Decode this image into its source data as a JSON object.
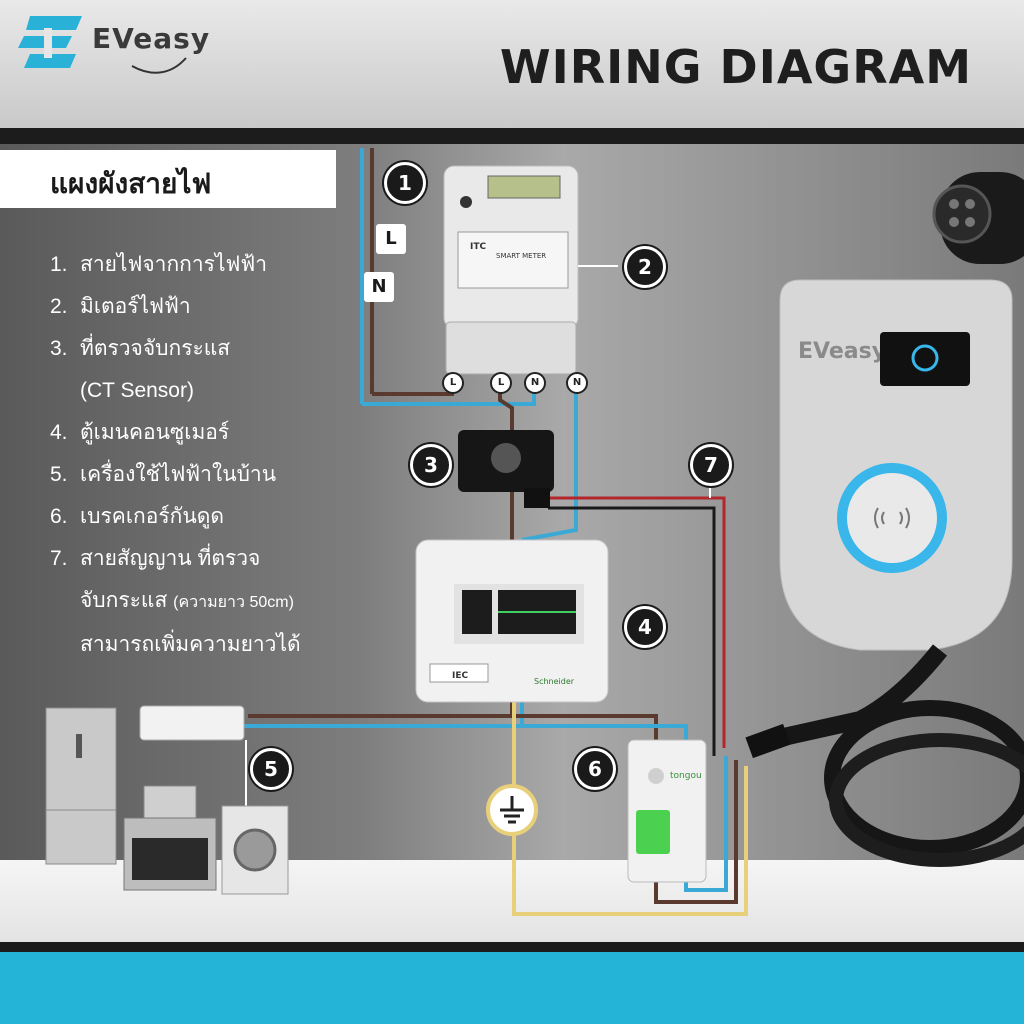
{
  "brand": {
    "logo_text": "EVeasy",
    "charger_brand": "EVeasy",
    "panel_brand": "Schneider",
    "rcbo_brand": "tongou"
  },
  "header": {
    "title": "WIRING DIAGRAM"
  },
  "legend": {
    "heading": "แผงผังสายไฟ",
    "items": [
      {
        "num": "1.",
        "label": "สายไฟจากการไฟฟ้า"
      },
      {
        "num": "2.",
        "label": "มิเตอร์ไฟฟ้า"
      },
      {
        "num": "3.",
        "label": "ที่ตรวจจับกระแส"
      },
      {
        "num": "4.",
        "label": "ตู้เมนคอนซูเมอร์"
      },
      {
        "num": "5.",
        "label": "เครื่องใช้ไฟฟ้าในบ้าน"
      },
      {
        "num": "6.",
        "label": "เบรคเกอร์กันดูด"
      },
      {
        "num": "7.",
        "label": "สายสัญญาน ที่ตรวจ"
      }
    ],
    "item3_cont": "(CT Sensor)",
    "item7_cont1": "จับกระแส",
    "item7_cont1_small": "(ความยาว 50cm)",
    "item7_cont2": "สามารถเพิ่มความยาวได้"
  },
  "diagram": {
    "badges": [
      "1",
      "2",
      "3",
      "4",
      "5",
      "6",
      "7"
    ],
    "line_labels": {
      "live": "L",
      "neutral": "N"
    },
    "meter_terminals": [
      "L",
      "L",
      "N",
      "N"
    ],
    "meter_label": "SMART METER",
    "meter_brand": "ITC",
    "panel_cert": "IEC"
  },
  "colors": {
    "live_wire": "#5a3a2e",
    "neutral_wire": "#3aa9d6",
    "earth_wire": "#e8cf7a",
    "signal_red": "#b3262c",
    "signal_black": "#1a1a1a",
    "accent": "#24b4d8",
    "charger_ring": "#39b6ea"
  },
  "icons": [
    "logo-icon",
    "earth-ground-icon",
    "nfc-wave-icon",
    "charging-plug-icon"
  ]
}
